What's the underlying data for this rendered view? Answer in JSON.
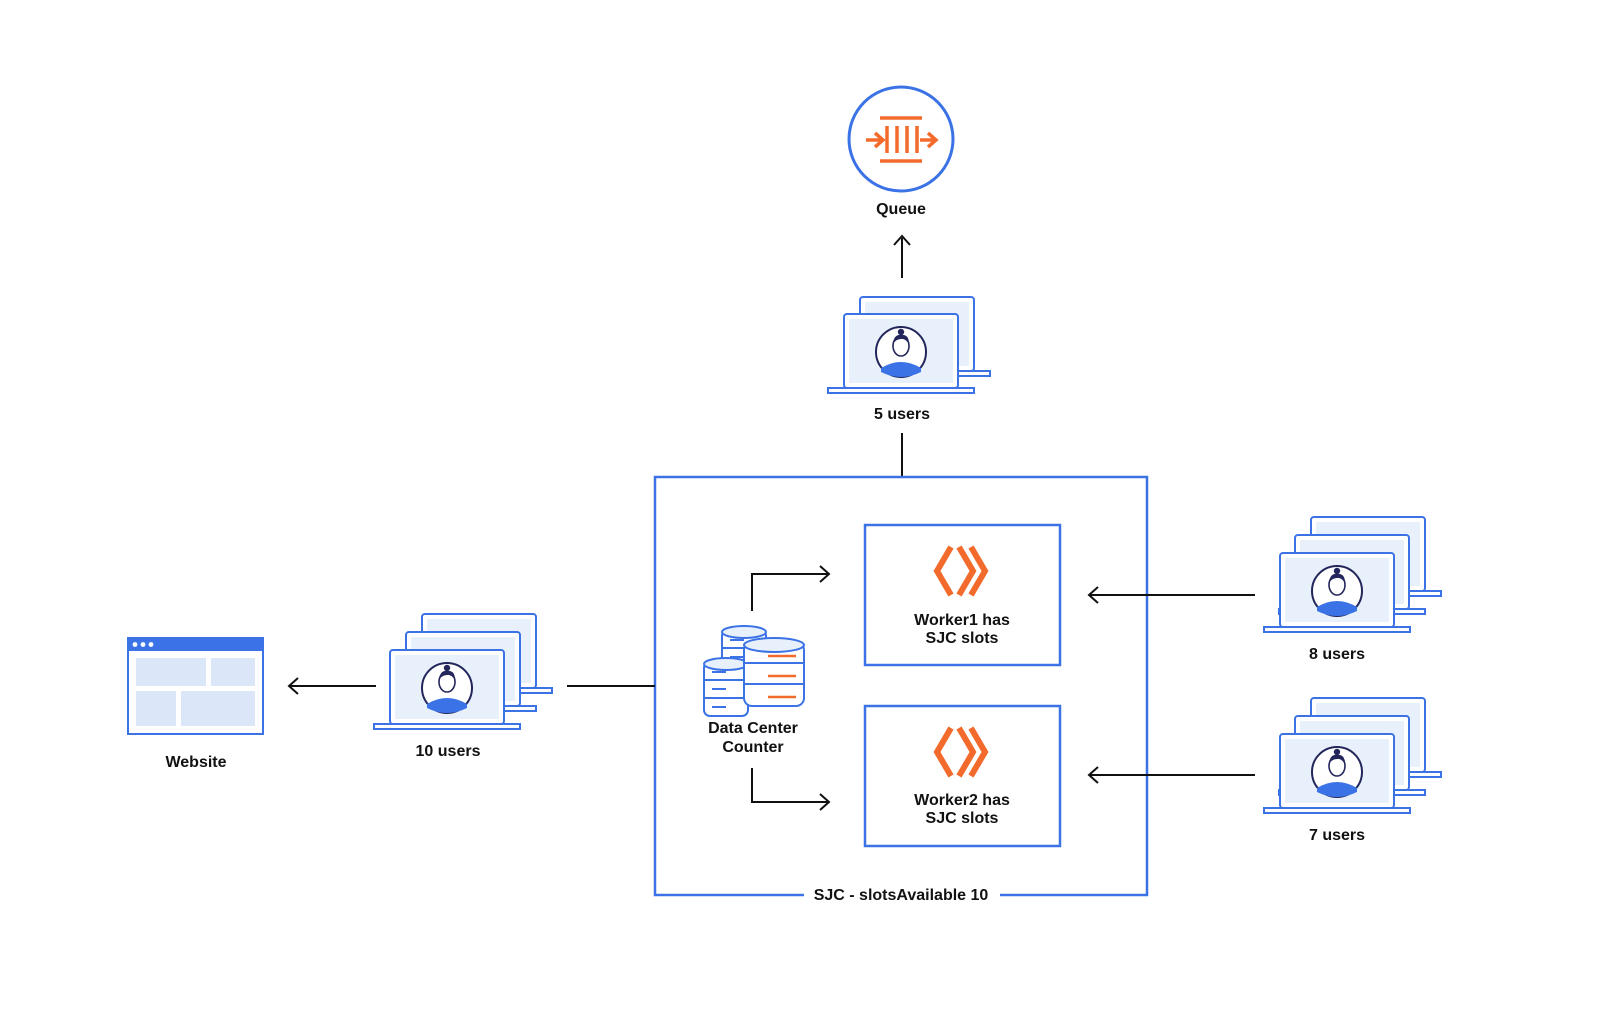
{
  "colors": {
    "blue": "#3b73e6",
    "light_blue": "#e8f0fc",
    "mid_blue": "#dbe6f9",
    "orange": "#f36b2c",
    "ink": "#111111",
    "navy": "#22265b"
  },
  "queue": {
    "label": "Queue",
    "icon": "queue-icon"
  },
  "groups": {
    "top": {
      "label": "5 users"
    },
    "left": {
      "label": "10 users"
    },
    "right_top": {
      "label": "8 users"
    },
    "right_bottom": {
      "label": "7 users"
    }
  },
  "website": {
    "label": "Website",
    "icon": "browser-window-icon"
  },
  "counter": {
    "line1": "Data Center",
    "line2": "Counter",
    "icon": "database-stack-icon"
  },
  "workers": [
    {
      "line1": "Worker1 has",
      "line2": "SJC slots",
      "icon": "worker-logo-icon"
    },
    {
      "line1": "Worker2 has",
      "line2": "SJC slots",
      "icon": "worker-logo-icon"
    }
  ],
  "datacenter": {
    "label": "SJC - slotsAvailable 10"
  }
}
